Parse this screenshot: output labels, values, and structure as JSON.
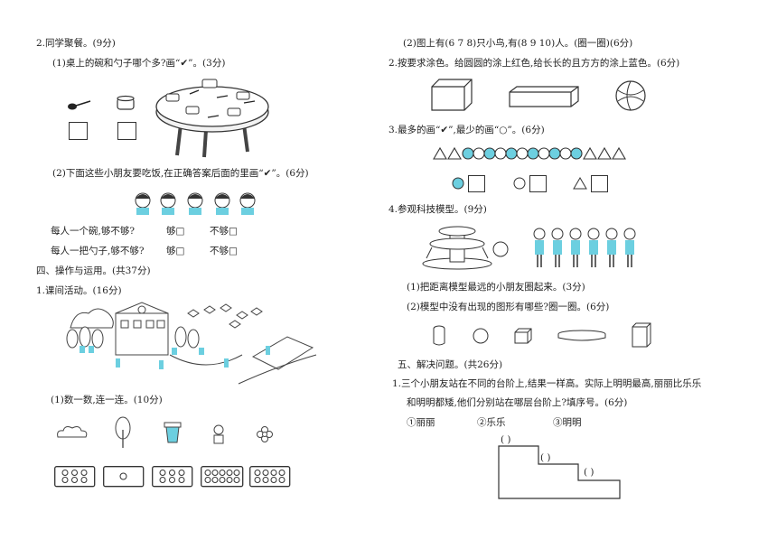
{
  "left": {
    "q2_title": "2.同学聚餐。(9分)",
    "q2_1": "(1)桌上的碗和勺子哪个多?画“✔”。(3分)",
    "q2_2": "(2)下面这些小朋友要吃饭,在正确答案后面的里画“✔”。(6分)",
    "bowl_line": {
      "q": "每人一个碗,够不够?",
      "a": "够□",
      "b": "不够□"
    },
    "spoon_line": {
      "q": "每人一把勺子,够不够?",
      "a": "够□",
      "b": "不够□"
    },
    "sec4": "四、操作与运用。(共37分)",
    "q1_title": "1.课间活动。(16分)",
    "q1_1": "(1)数一数,连一连。(10分)",
    "dot_counts": [
      6,
      1,
      6,
      10,
      8
    ]
  },
  "right": {
    "birds": "(2)图上有(6 7 8)只小鸟,有(8 9 10)人。(圈一圈)(6分)",
    "q2": "2.按要求涂色。给圆圆的涂上红色,给长长的且方方的涂上蓝色。(6分)",
    "q3": "3.最多的画“✔”,最少的画“○”。(6分)",
    "q4": "4.参观科技模型。(9分)",
    "q4_1": "(1)把距离模型最远的小朋友圈起来。(3分)",
    "q4_2": "(2)模型中没有出现的图形有哪些?圈一圈。(6分)",
    "sec5": "五、解决问题。(共26分)",
    "p1_line1": "1.三个小朋友站在不同的台阶上,结果一样高。实际上明明最高,丽丽比乐乐",
    "p1_line2": "和明明都矮,他们分别站在哪层台阶上?填序号。(6分)",
    "options": [
      "①丽丽",
      "②乐乐",
      "③明明"
    ],
    "stairs_blank": "(    )"
  },
  "colors": {
    "accent": "#6ccfe0",
    "ink": "#222222"
  }
}
